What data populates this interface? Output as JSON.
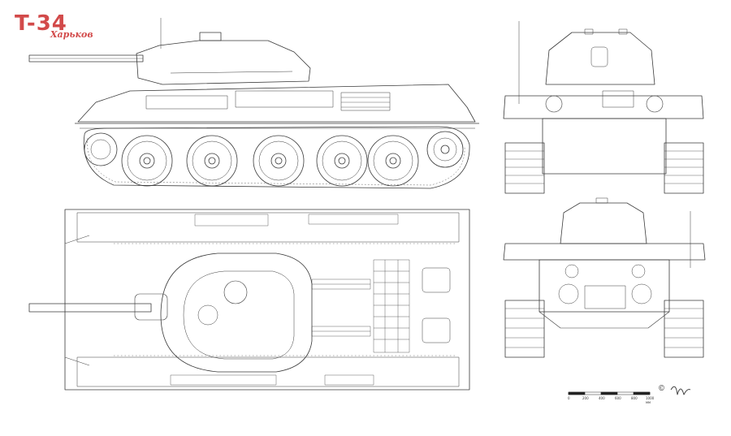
{
  "logo": {
    "main": "T-34",
    "sub": "Харьков"
  },
  "scale": {
    "labels": [
      "0",
      "200",
      "400",
      "600",
      "800",
      "1000 мм"
    ]
  },
  "copyright": "©"
}
